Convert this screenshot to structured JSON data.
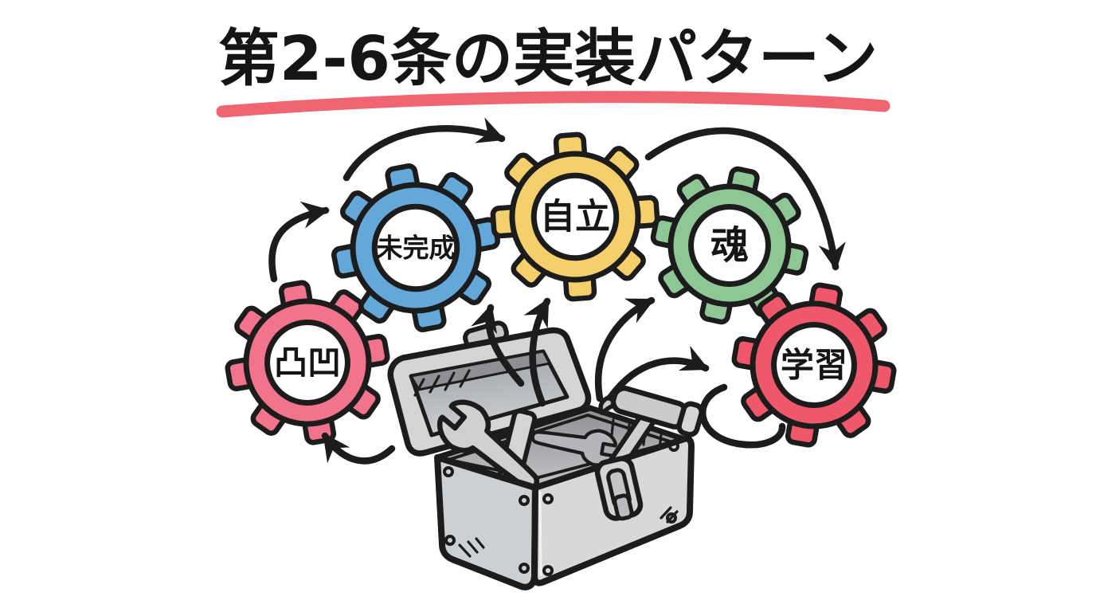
{
  "title": {
    "text": "第2-6条の実装パターン"
  },
  "gears": [
    {
      "name": "gear-dekoboko",
      "label": "凸凹",
      "color": "#f1748c"
    },
    {
      "name": "gear-mikansei",
      "label": "未完成",
      "color": "#64a7d9"
    },
    {
      "name": "gear-jiritsu",
      "label": "自立",
      "color": "#f5cf6b"
    },
    {
      "name": "gear-tamashii",
      "label": "魂",
      "color": "#8ec795"
    },
    {
      "name": "gear-gakushu",
      "label": "学習",
      "color": "#ef586a"
    }
  ],
  "toolbox": {
    "tools": [
      "wrench",
      "hammer"
    ]
  },
  "colors": {
    "background": "#ffffff",
    "ink": "#1c1c1c",
    "title_text": "#151515",
    "underline": "#ef6571",
    "metal_light": "#d7d8da",
    "metal_mid": "#cdd0d2",
    "metal_dark": "#8e9093"
  }
}
